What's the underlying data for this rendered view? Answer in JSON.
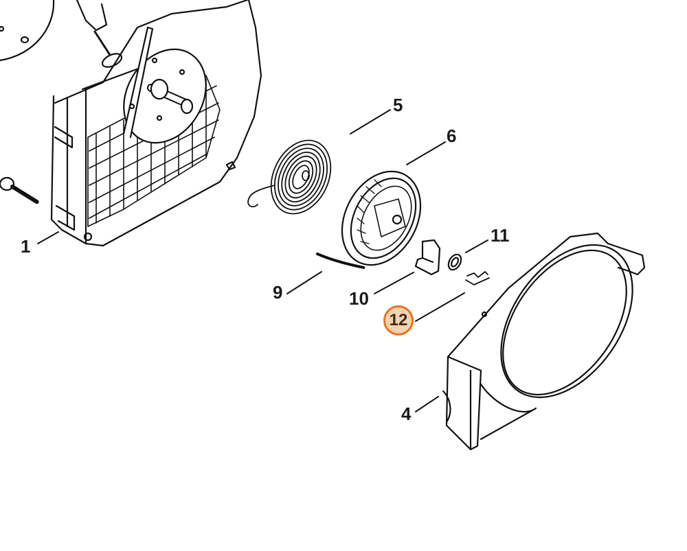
{
  "diagram": {
    "title": "Rewind starter exploded parts view",
    "highlight_color": "#e8731f",
    "highlight_fill": "#f7d2b0",
    "line_color": "#111111",
    "labels": [
      {
        "id": "1",
        "text": "1",
        "part": "fan-housing"
      },
      {
        "id": "4",
        "text": "4",
        "part": "starter-cover"
      },
      {
        "id": "5",
        "text": "5",
        "part": "rewind-spring"
      },
      {
        "id": "6",
        "text": "6",
        "part": "rope-rotor"
      },
      {
        "id": "9",
        "text": "9",
        "part": "starter-rope"
      },
      {
        "id": "10",
        "text": "10",
        "part": "pawl"
      },
      {
        "id": "11",
        "text": "11",
        "part": "washer"
      },
      {
        "id": "12",
        "text": "12",
        "part": "spring-clip",
        "highlighted": true
      }
    ]
  }
}
